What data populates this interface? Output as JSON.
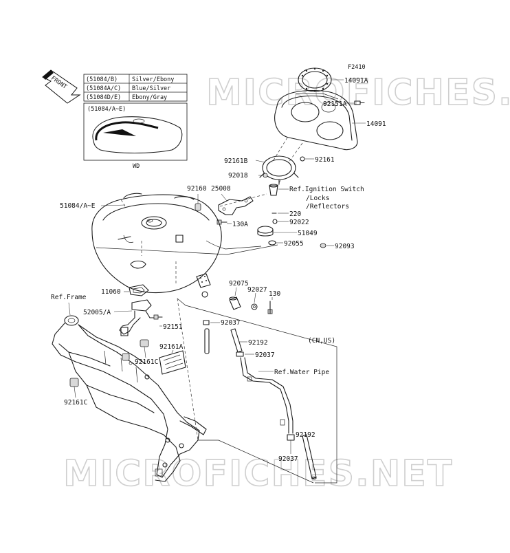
{
  "diagram_code": "F2410",
  "watermark": "MICROFICHES.NET",
  "front_arrow_label": "FRONT",
  "color_table": [
    {
      "code": "(51084/B)",
      "color": "Silver/Ebony"
    },
    {
      "code": "(51084A/C)",
      "color": "Blue/Silver"
    },
    {
      "code": "(51084D/E)",
      "color": "Ebony/Gray"
    }
  ],
  "tank_inset_code": "(51084/A~E)",
  "tank_inset_caption": "WD",
  "region_label": "(CN,US)",
  "labels": {
    "p14091A": "14091A",
    "p92151A": "92151A",
    "p14091": "14091",
    "p92161": "92161",
    "p92161B": "92161B",
    "p92018": "92018",
    "refIgnition1": "Ref.Ignition Switch",
    "refIgnition2": "/Locks",
    "refIgnition3": "/Reflectors",
    "p92160": "92160",
    "p25008": "25008",
    "p51084AE": "51084/A~E",
    "p130A": "130A",
    "p220": "220",
    "p92022": "92022",
    "p51049": "51049",
    "p92055": "92055",
    "p92093": "92093",
    "p11060": "11060",
    "refFrame": "Ref.Frame",
    "p92075": "92075",
    "p92027": "92027",
    "p130": "130",
    "p52005A": "52005/A",
    "p92151": "92151",
    "p92037a": "92037",
    "p92192a": "92192",
    "p92037b": "92037",
    "refWaterPipe": "Ref.Water Pipe",
    "p92161A": "92161A",
    "p92161Ca": "92161C",
    "p92161Cb": "92161C",
    "p92192b": "92192",
    "p92037c": "92037"
  }
}
